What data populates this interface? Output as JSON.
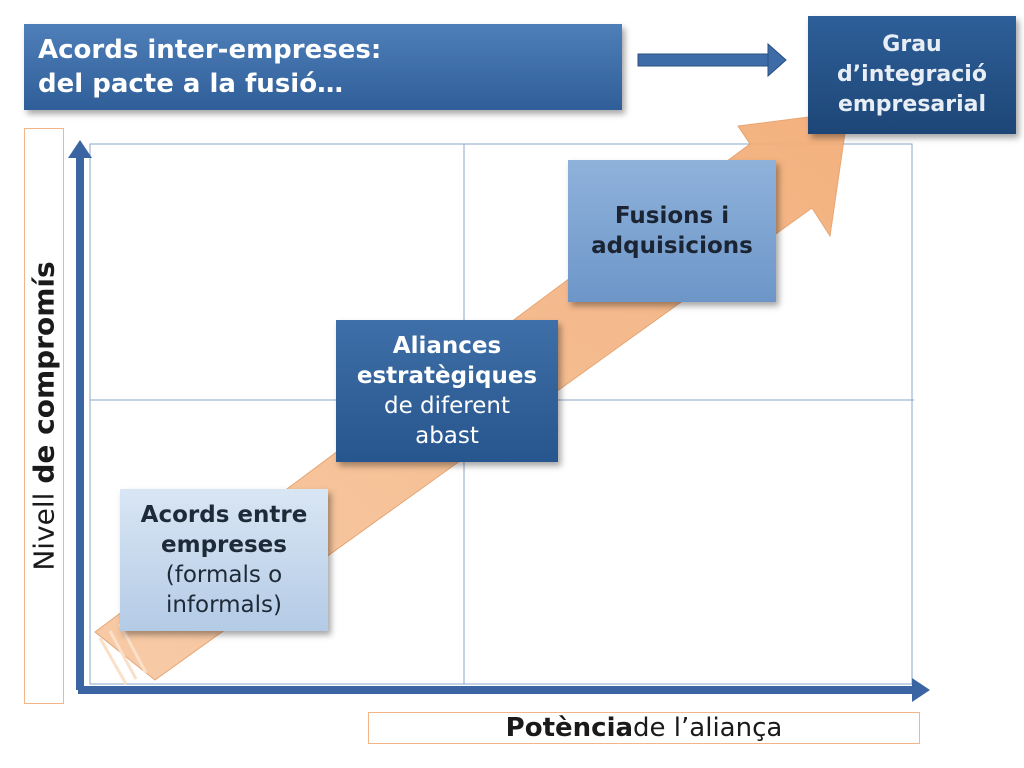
{
  "header": {
    "title_line1": "Acords inter-empreses:",
    "title_line2": "del pacte a la fusió…"
  },
  "integration_label": {
    "line1": "Grau",
    "line2": "d’integració",
    "line3": "empresarial"
  },
  "y_axis": {
    "label_normal": "Nivell ",
    "label_bold": "de compromís"
  },
  "x_axis": {
    "label_bold": "Potència",
    "label_normal": " de l’aliança"
  },
  "stages": [
    {
      "bold_line1": "Acords entre",
      "bold_line2": "empreses",
      "line3": "(formals o",
      "line4": "informals)"
    },
    {
      "bold_line1": "Aliances",
      "bold_line2": "estratègiques",
      "line3": "de diferent",
      "line4": "abast"
    },
    {
      "bold_line1": "Fusions i",
      "bold_line2": "adquisicions"
    }
  ],
  "colors": {
    "progress_arrow": "#f6c197",
    "axis": "#3b64a3",
    "title_box": "#3d6ca8",
    "grau_box": "#2a5689",
    "label_border": "#f3b486"
  }
}
